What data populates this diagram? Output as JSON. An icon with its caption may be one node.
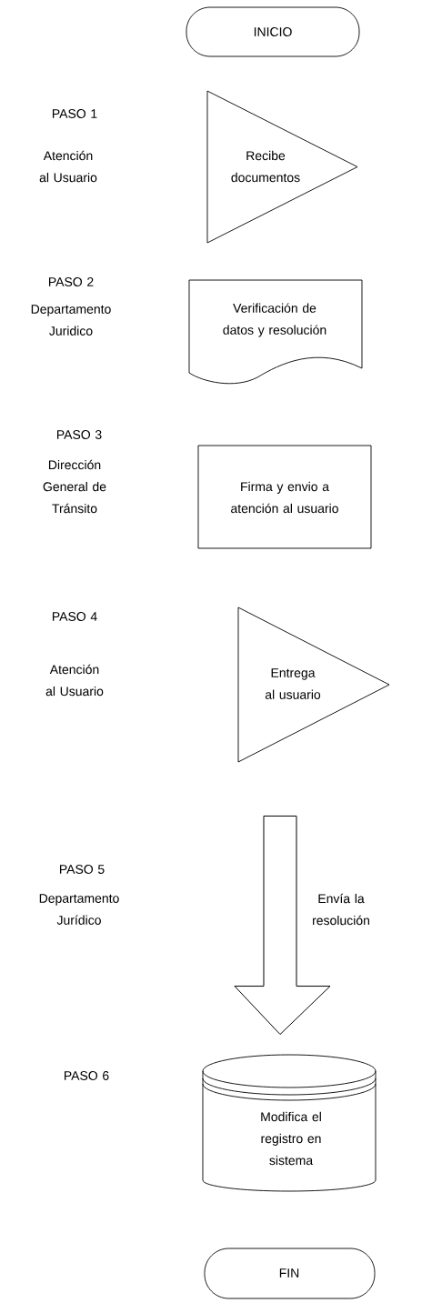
{
  "diagram": {
    "nodes": [
      {
        "text": [
          "INICIO"
        ]
      },
      {
        "text": [
          "Recibe documentos"
        ]
      },
      {
        "text": [
          "Verificación de datos y resolución"
        ]
      },
      {
        "text": [
          "Firma y envio a atención al usuario"
        ]
      },
      {
        "text": [
          "Entrega al usuario"
        ]
      },
      {
        "text": [
          "Modifica el registro en sistema"
        ]
      },
      {
        "text": [
          "FIN"
        ]
      }
    ],
    "edges": [
      {
        "from": 4,
        "to": 5,
        "arrow": "to",
        "style": "thick",
        "label": "Envía la resolución"
      }
    ],
    "labels": [
      "PASO 1",
      "Atención al Usuario",
      "PASO 2",
      "Departamento Juridico",
      "PASO 3",
      "Dirección General de Tránsito",
      "PASO 4",
      "Atención al Usuario",
      "PASO 5",
      "Departamento Jurídico",
      "PASO 6"
    ]
  }
}
